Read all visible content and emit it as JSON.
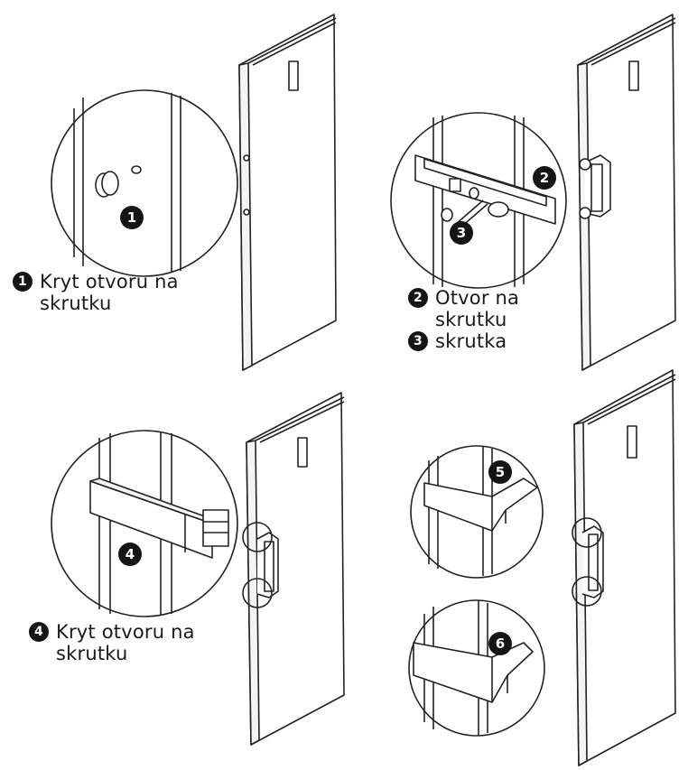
{
  "steps": [
    {
      "marker": "1",
      "lines": [
        "Kryt otvoru na",
        "skrutku"
      ]
    },
    {
      "marker": "2",
      "lines": [
        "Otvor na",
        "skrutku"
      ]
    },
    {
      "marker": "3",
      "lines": [
        "skrutka"
      ]
    },
    {
      "marker": "4",
      "lines": [
        "Kryt otvoru na",
        "skrutku"
      ]
    }
  ],
  "detail_markers": [
    "1",
    "2",
    "3",
    "4",
    "5",
    "6"
  ]
}
